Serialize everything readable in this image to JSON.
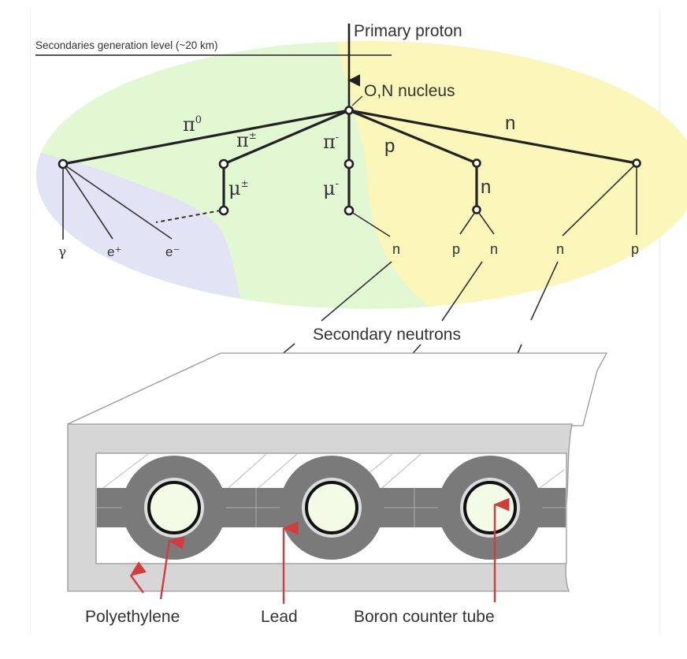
{
  "diagram": {
    "cascade": {
      "generation_level_label": "Secondaries generation level (~20 km)",
      "primary_label": "Primary proton",
      "nucleus_label": "O,N nucleus",
      "branches": {
        "pi0": "π",
        "pi0_sup": "0",
        "pi_pm": "π",
        "pi_pm_sup": "±",
        "pi_minus": "π",
        "pi_minus_sup": "-",
        "mu_pm": "μ",
        "mu_pm_sup": "±",
        "mu_minus": "μ",
        "mu_minus_sup": "-",
        "p": "p",
        "n_right": "n",
        "n_mid": "n"
      },
      "products": [
        "γ",
        "e⁺",
        "e⁻",
        "n",
        "p",
        "n",
        "n",
        "p"
      ],
      "secondary_label": "Secondary neutrons",
      "region_colors": {
        "electromagnetic": "#e3e3f6",
        "mesonic": "#e2f8d2",
        "nucleonic": "#fbf6b9"
      }
    },
    "detector": {
      "labels": {
        "polyethylene": "Polyethylene",
        "lead": "Lead",
        "boron_tube": "Boron counter tube"
      },
      "tube_count": 3,
      "colors": {
        "polyethylene": "#d6d6d6",
        "lead": "#7a7a7a",
        "tube_fill": "#f3fbe6",
        "arrow": "#d23c3c"
      }
    }
  }
}
